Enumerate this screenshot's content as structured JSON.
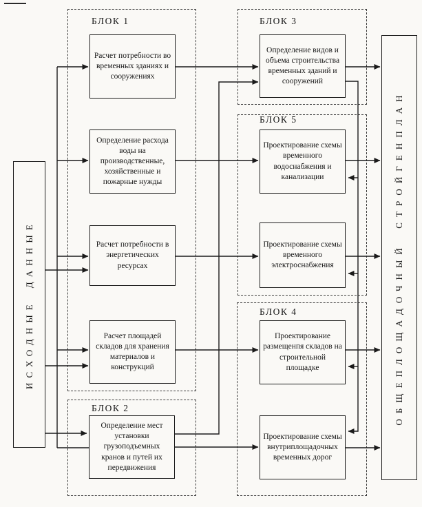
{
  "sides": {
    "input": "ИСХОДНЫЕ ДАННЫЕ",
    "output": "ОБЩЕПЛОЩАДОЧНЫЙ СТРОЙГЕНПЛАН"
  },
  "labels": {
    "block1": "БЛОК 1",
    "block2": "БЛОК 2",
    "block3": "БЛОК 3",
    "block4": "БЛОК 4",
    "block5": "БЛОК 5"
  },
  "boxes": {
    "b1_1": "Расчет потребности во временных зданиях и сооружениях",
    "b1_2": "Определение расхода воды на производственные, хозяйственные и пожарные нужды",
    "b1_3": "Расчет потребности в энергетических ресурсах",
    "b1_4": "Расчет площадей складов для хранения материалов и конструкций",
    "b2_1": "Определение мест установки грузоподъемных кранов и путей их передвижения",
    "b3_1": "Определение видов и объема строительства временных зданий и сооружений",
    "b5_1": "Проектирование схемы временного водоснабжения и канализации",
    "b5_2": "Проектирование схемы временного электроснабжения",
    "b4_1": "Проектирование размещенпя складов на строительной площадке",
    "b4_2": "Проектирование схемы внутриплощадочных временных дорог"
  },
  "colors": {
    "line": "#1b1b1b",
    "paper": "#faf9f6",
    "dashed_frame": "#3a3a3a"
  }
}
